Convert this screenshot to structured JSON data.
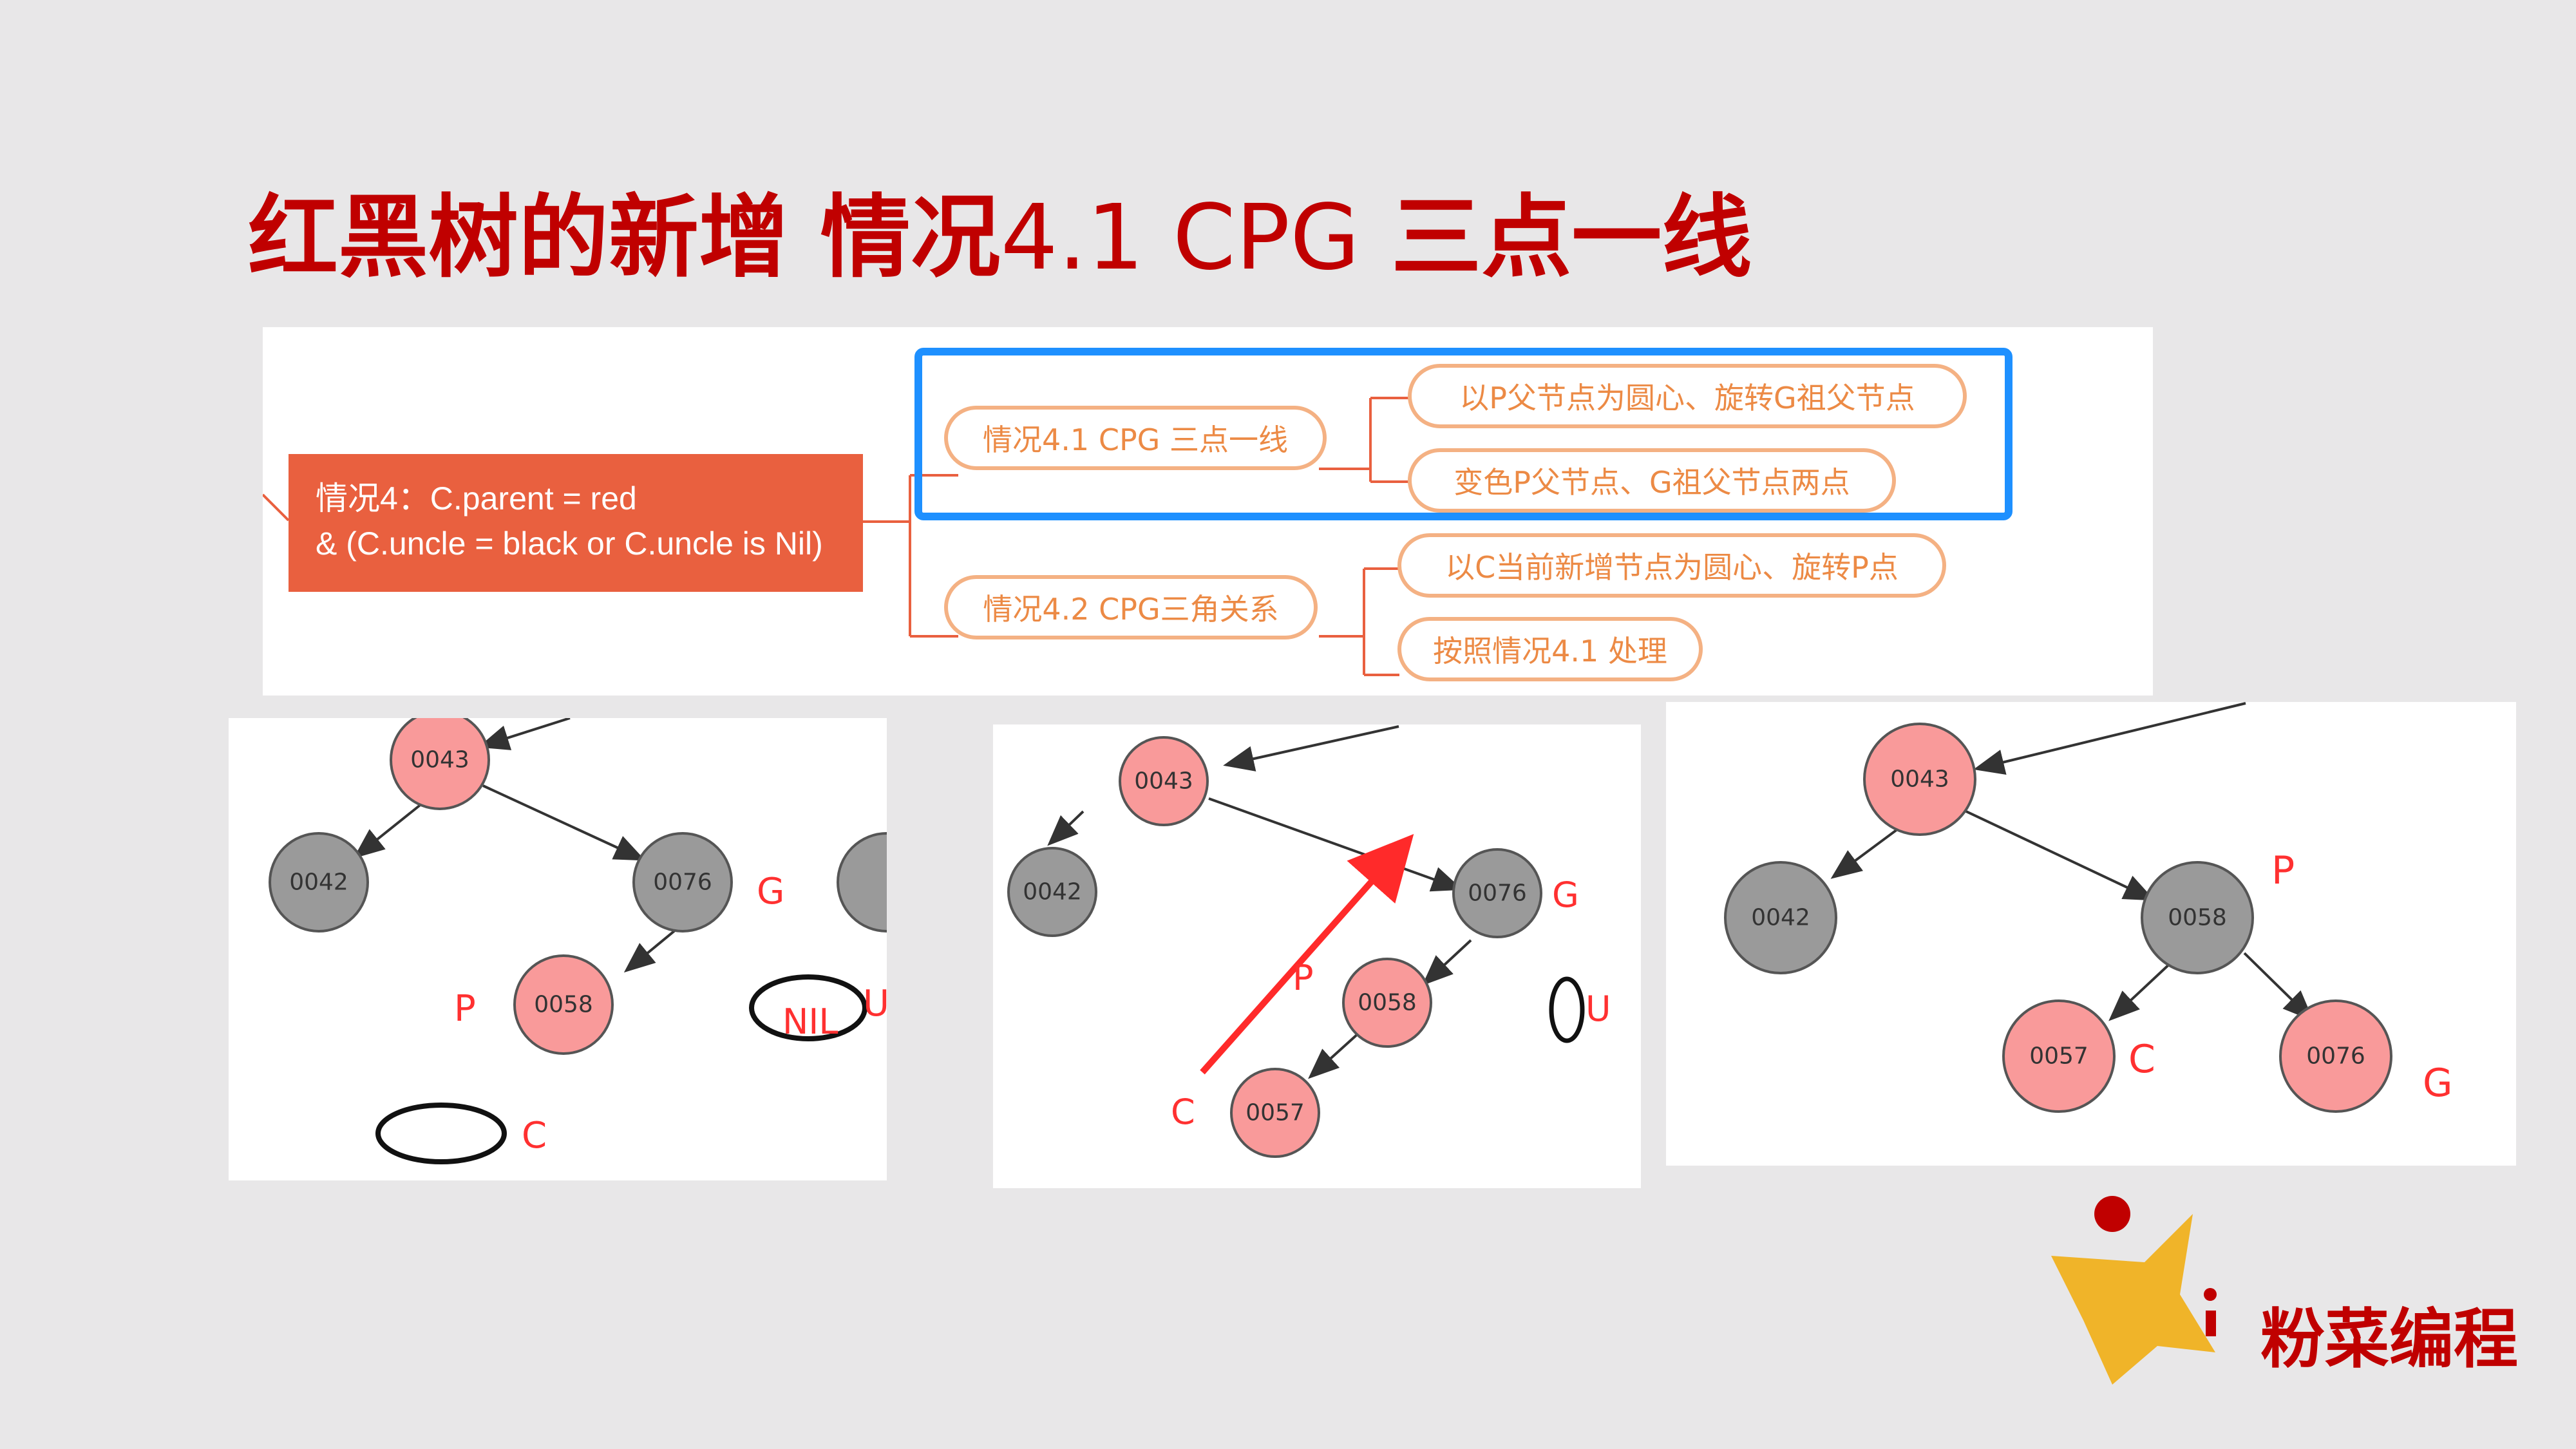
{
  "title": {
    "main": "红黑树的新增 情况",
    "cpg": "4.1 CPG",
    "tail": " 三点一线"
  },
  "mindmap": {
    "root_line1": "情况4：C.parent = red",
    "root_line2": "& (C.uncle = black or C.uncle is Nil)",
    "case41": "情况4.1 CPG 三点一线",
    "case41_step1": "以P父节点为圆心、旋转G祖父节点",
    "case41_step2": "变色P父节点、G祖父节点两点",
    "case42": "情况4.2 CPG三角关系",
    "case42_step1": "以C当前新增节点为圆心、旋转P点",
    "case42_step2": "按照情况4.1 处理",
    "highlight_color": "#1e90ff"
  },
  "tree1": {
    "nodes": {
      "n0043": "0043",
      "n0042": "0042",
      "n0076": "0076",
      "n0058": "0058"
    },
    "labels": {
      "G": "G",
      "P": "P",
      "U": "U",
      "C": "C",
      "NIL": "NIL"
    }
  },
  "tree2": {
    "nodes": {
      "n0043": "0043",
      "n0042": "0042",
      "n0076": "0076",
      "n0058": "0058",
      "n0057": "0057"
    },
    "labels": {
      "G": "G",
      "P": "P",
      "U": "U",
      "C": "C"
    }
  },
  "tree3": {
    "nodes": {
      "n0043": "0043",
      "n0042": "0042",
      "n0058": "0058",
      "n0057": "0057",
      "n0076": "0076"
    },
    "labels": {
      "P": "P",
      "C": "C",
      "G": "G"
    }
  },
  "colors": {
    "red_node": "#f99a9a",
    "black_node": "#9a9a9a",
    "accent": "#c00000"
  },
  "brand": {
    "name": "粉菜编程"
  }
}
